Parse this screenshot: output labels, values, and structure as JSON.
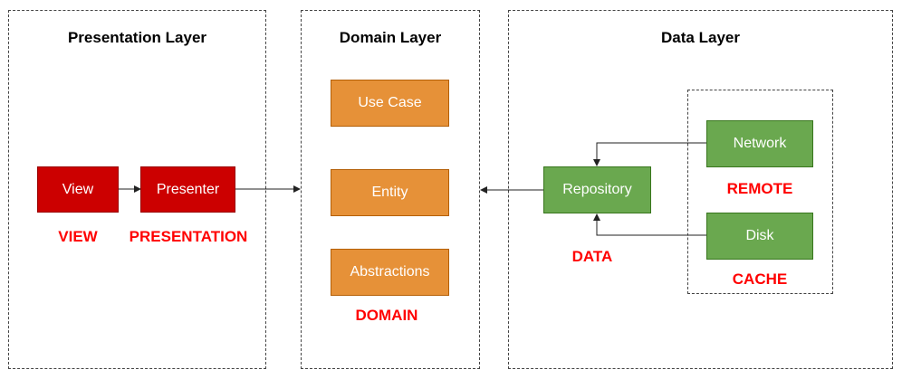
{
  "layers": {
    "presentation": {
      "title": "Presentation Layer"
    },
    "domain": {
      "title": "Domain Layer"
    },
    "data": {
      "title": "Data Layer"
    }
  },
  "presentation": {
    "view_box": "View",
    "presenter_box": "Presenter",
    "view_tag": "VIEW",
    "presentation_tag": "PRESENTATION"
  },
  "domain": {
    "use_case_box": "Use Case",
    "entity_box": "Entity",
    "abstractions_box": "Abstractions",
    "domain_tag": "DOMAIN"
  },
  "data": {
    "repository_box": "Repository",
    "network_box": "Network",
    "disk_box": "Disk",
    "data_tag": "DATA",
    "remote_tag": "REMOTE",
    "cache_tag": "CACHE"
  },
  "colors": {
    "presentation_box": "#cc0000",
    "domain_box": "#e69138",
    "data_box": "#6aa84f",
    "tag_text": "#ff0000"
  }
}
